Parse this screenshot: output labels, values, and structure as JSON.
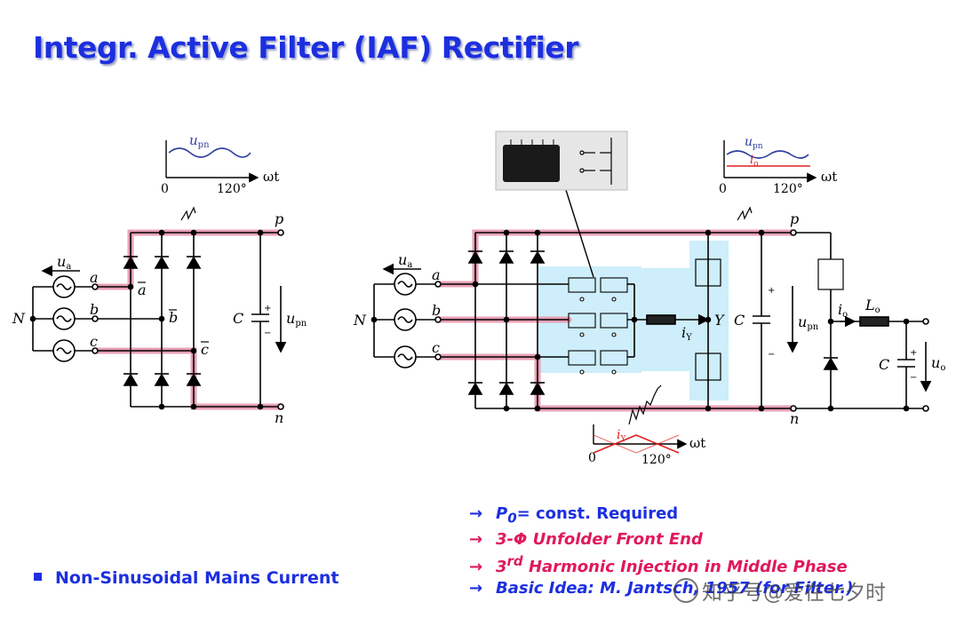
{
  "title": "Integr. Active Filter (IAF) Rectifier",
  "left_circuit": {
    "node_N": "N",
    "phase_a": "a",
    "phase_b": "b",
    "phase_c": "c",
    "bar_a": "a",
    "bar_b": "b",
    "bar_c": "c",
    "source_current_label": "u",
    "source_current_sub": "a",
    "node_p": "p",
    "node_n": "n",
    "cap_label": "C",
    "cap_plus": "+",
    "cap_minus": "−",
    "voltage_label": "u",
    "voltage_sub": "pn"
  },
  "left_waveform": {
    "signal": "u",
    "signal_sub": "pn",
    "origin": "0",
    "tick": "120°",
    "axis": "ωt"
  },
  "right_circuit": {
    "node_N": "N",
    "phase_a": "a",
    "phase_b": "b",
    "phase_c": "c",
    "source_label": "u",
    "source_sub": "a",
    "node_p": "p",
    "node_n": "n",
    "node_Y": "Y",
    "iy_label": "i",
    "iy_sub": "Y",
    "cap_label": "C",
    "cap_plus": "+",
    "cap_minus": "−",
    "voltage_label": "u",
    "voltage_sub": "pn",
    "io_label": "i",
    "io_sub": "o",
    "Lo_label": "L",
    "Lo_sub": "o",
    "out_cap_label": "C",
    "out_cap_plus": "+",
    "out_cap_minus": "−",
    "uo_label": "u",
    "uo_sub": "o"
  },
  "right_waveform_top": {
    "signal1": "u",
    "signal1_sub": "pn",
    "signal2": "i",
    "signal2_sub": "o",
    "origin": "0",
    "tick": "120°",
    "axis": "ωt"
  },
  "right_waveform_bottom": {
    "signal": "i",
    "signal_sub": "Y",
    "origin": "0",
    "tick": "120°",
    "axis": "ωt"
  },
  "bullets": [
    {
      "color": "#1c2fe0",
      "arrow": "→",
      "prefix": "P",
      "sub": "0",
      "text": "= const. Required"
    },
    {
      "color": "#e0185e",
      "arrow": "→",
      "text": "3-Φ Unfolder Front End"
    },
    {
      "color": "#e0185e",
      "arrow": "→",
      "prefix": "3",
      "sup": "rd",
      "text": " Harmonic Injection in Middle Phase"
    },
    {
      "color": "#1c2fe0",
      "arrow": "→",
      "text": "Basic Idea: M. Jantsch, 1957 (for Filter.)"
    }
  ],
  "left_bullet": "Non-Sinusoidal Mains Current",
  "watermark": "知乎号@爱在七夕时",
  "colors": {
    "title": "#1c2fe0",
    "highlight_path": "#e8a0b4",
    "highlight_box": "#cdeefa",
    "wave_blue": "#3040a0",
    "wave_red": "#e02020"
  }
}
